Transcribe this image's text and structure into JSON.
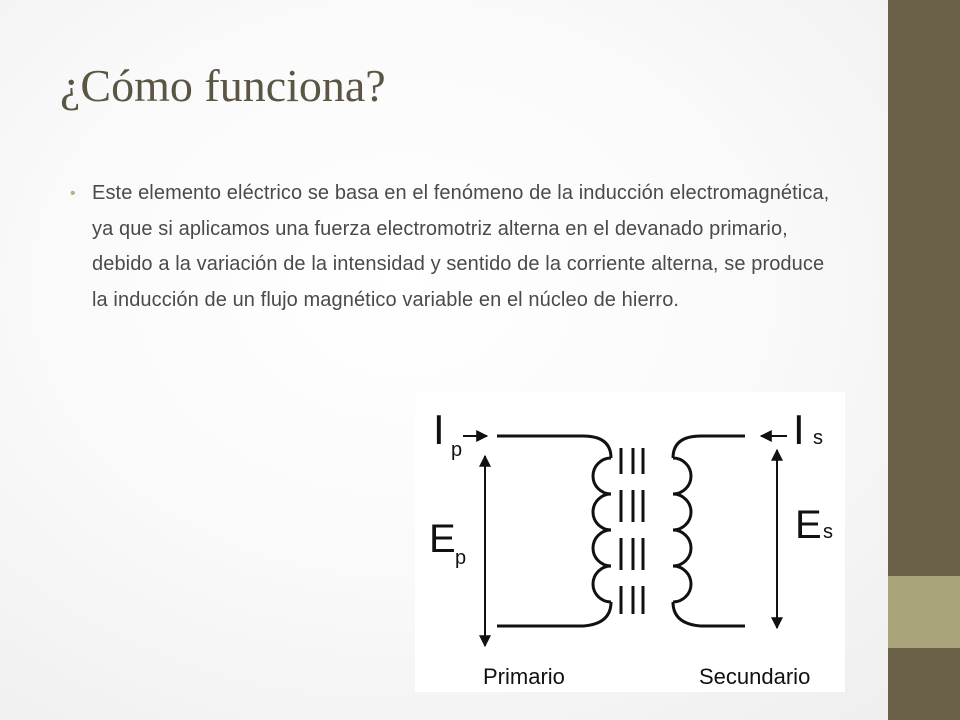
{
  "slide": {
    "title": "¿Cómo funciona?",
    "bullet_symbol": "•",
    "bullets": [
      "Este elemento eléctrico se basa en el fenómeno de la inducción electromagnética, ya que si aplicamos una fuerza electromotriz alterna en el devanado primario, debido a la variación de la intensidad y sentido de la corriente alterna, se produce la inducción de un flujo magnético variable en el núcleo de hierro."
    ]
  },
  "diagram": {
    "current_primary": "I",
    "current_primary_sub": "p",
    "current_secondary": "I",
    "current_secondary_sub": "s",
    "voltage_primary": "E",
    "voltage_primary_sub": "p",
    "voltage_secondary": "E",
    "voltage_secondary_sub": "s",
    "label_primary": "Primario",
    "label_secondary": "Secundario"
  },
  "colors": {
    "sidebar_dark": "#6b6148",
    "sidebar_light": "#a9a47a",
    "title": "#5b5544",
    "body_text": "#4a4a4a",
    "bullet": "#b7b08c"
  }
}
